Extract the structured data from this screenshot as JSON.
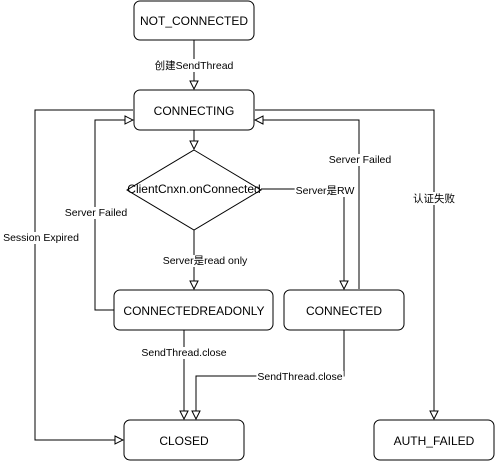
{
  "states": {
    "not_connected": "NOT_CONNECTED",
    "connecting": "CONNECTING",
    "on_connected": "ClientCnxn.onConnected",
    "connected_readonly": "CONNECTEDREADONLY",
    "connected": "CONNECTED",
    "closed": "CLOSED",
    "auth_failed": "AUTH_FAILED"
  },
  "transitions": {
    "create_send_thread": "创建SendThread",
    "server_rw": "Server是RW",
    "server_read_only": "Server是read only",
    "readonly_server_failed": "Server Failed",
    "connected_server_failed": "Server Failed",
    "readonly_close": "SendThread.close",
    "connected_close": "SendThread.close",
    "session_expired": "Session Expired",
    "auth_failed": "认证失败"
  },
  "colors": {
    "stroke": "#000000",
    "fill": "#ffffff",
    "text": "#000000"
  }
}
